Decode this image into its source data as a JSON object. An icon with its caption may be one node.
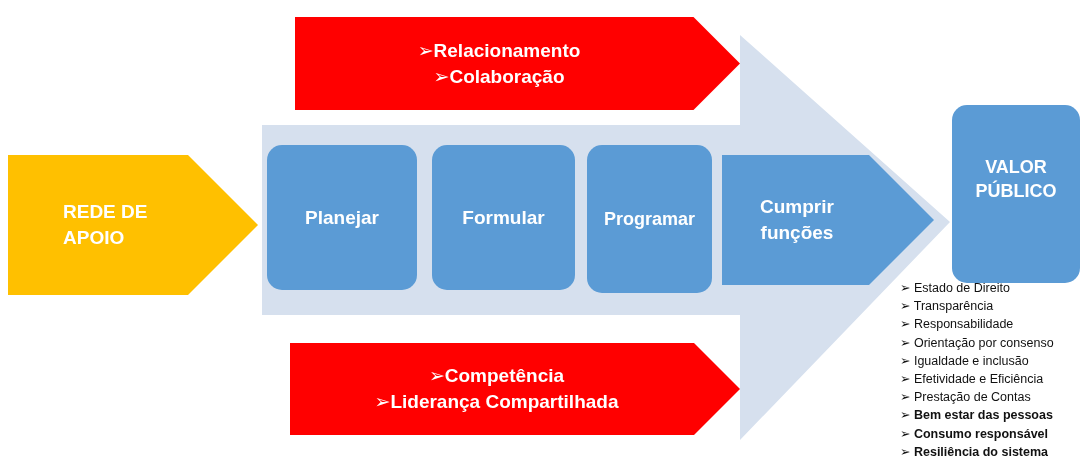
{
  "diagram": {
    "nodes": [
      {
        "text": [
          "➢Relacionamento",
          "➢Colaboração"
        ]
      },
      {
        "text": [
          "REDE DE APOIO"
        ]
      },
      {
        "text": [
          "Planejar"
        ]
      },
      {
        "text": [
          "Formular"
        ]
      },
      {
        "text": [
          "Programar"
        ]
      },
      {
        "text": [
          "Cumprir funções"
        ]
      },
      {
        "text": [
          "VALOR PÚBLICO"
        ],
        "beside": [
          "➢ Estado de Direito",
          "➢ Transparência",
          "➢ Responsabilidade",
          "➢ Orientação por consenso",
          "➢ Igualdade e inclusão",
          "➢ Efetividade e Eficiência",
          "➢ Prestação de Contas",
          "➢ Bem estar das pessoas",
          "➢ Consumo responsável",
          "➢ Resiliência do sistema"
        ]
      },
      {
        "text": [
          "➢Competência",
          "➢Liderança Compartilhada"
        ]
      }
    ],
    "edges": [
      {
        "from": 1,
        "to": 6,
        "arrow": "to"
      }
    ]
  }
}
